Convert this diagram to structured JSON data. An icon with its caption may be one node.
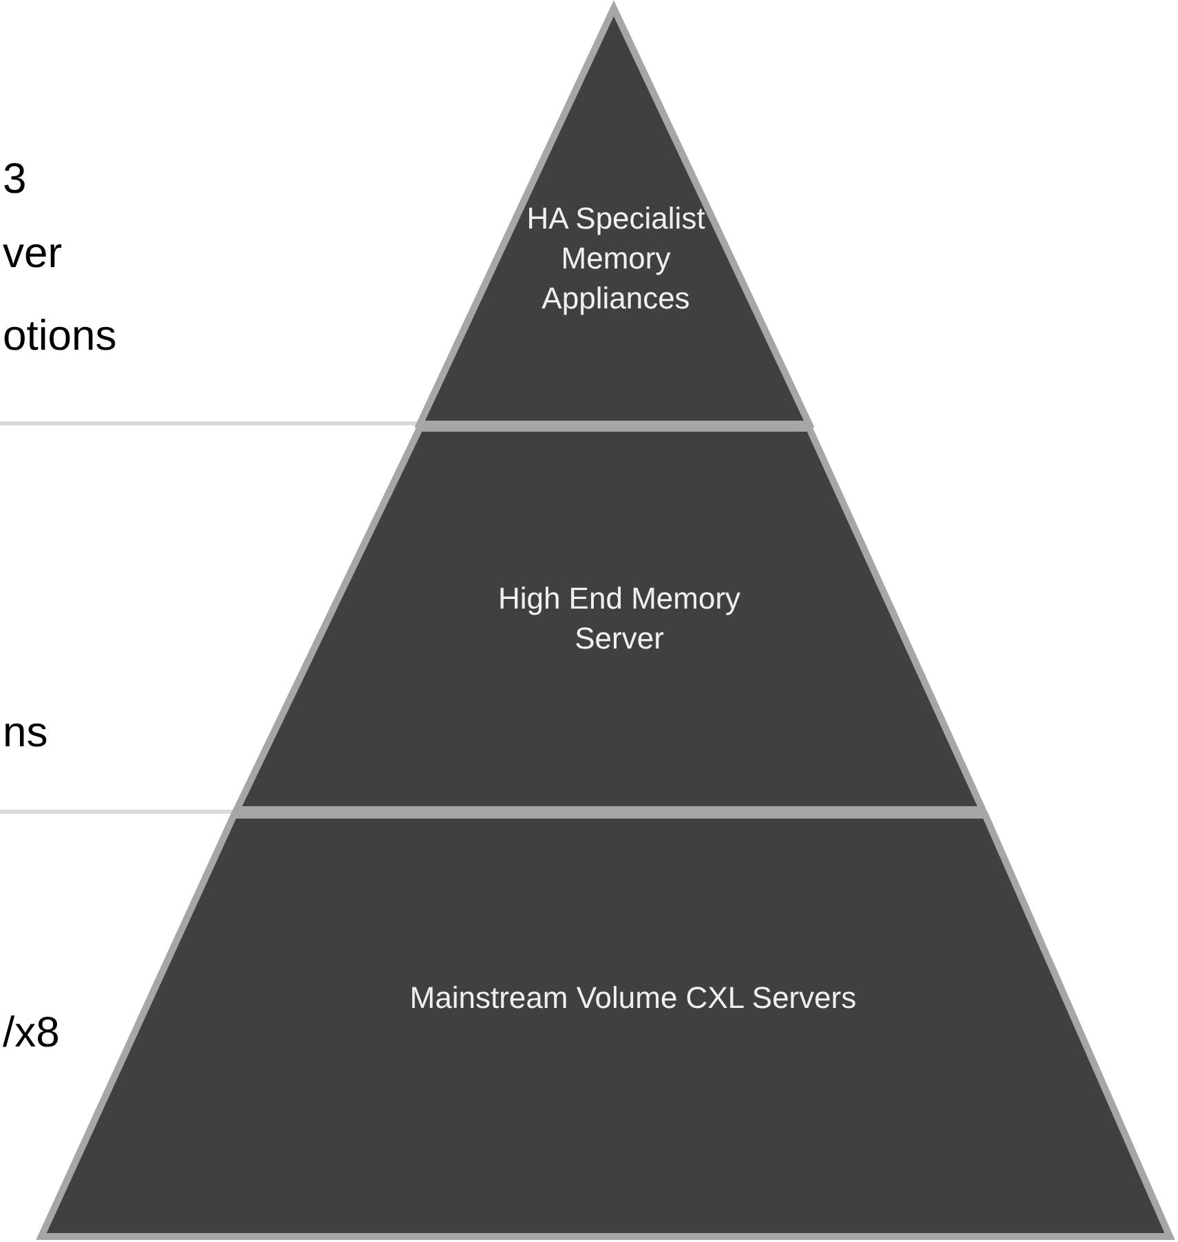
{
  "diagram": {
    "nodes": [
      {
        "text": [
          "HA Specialist Memory Appliances"
        ]
      },
      {
        "text": [
          "High End Memory Server"
        ]
      },
      {
        "text": [
          "Mainstream Volume CXL Servers"
        ]
      }
    ],
    "edges": [],
    "labels": [
      "3",
      "ver",
      "otions",
      "ns",
      "/x8"
    ]
  }
}
